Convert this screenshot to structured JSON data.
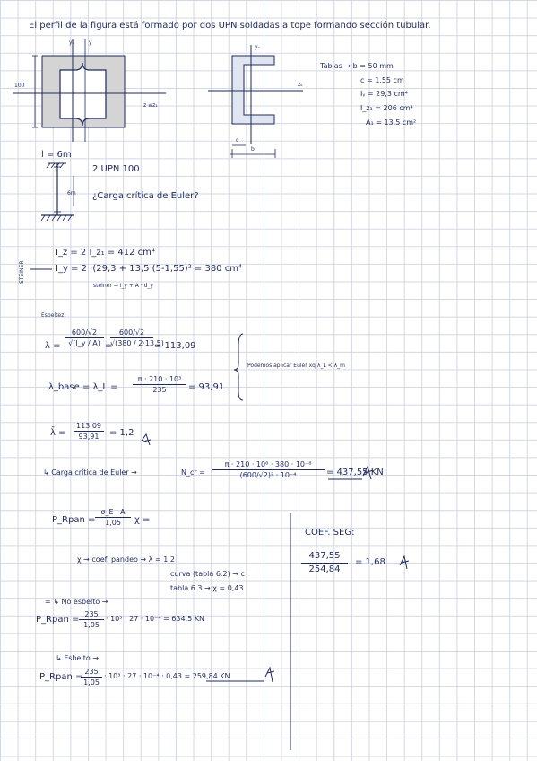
{
  "statement": "El perfil de la figura está formado por dos UPN soldadas a tope formando sección tubular.",
  "figure1": {
    "label_yo": "yₒ",
    "label_y": "y",
    "label_z": "z ≡z₁",
    "label_100": "100"
  },
  "figure2": {
    "label_yo": "yₒ",
    "label_z": "zₒ",
    "label_c": "c",
    "label_b": "b"
  },
  "tables": {
    "line1": "Tablas → b = 50 mm",
    "line2": "c = 1,55 cm",
    "line3": "Iᵧ = 29,3 cm⁴",
    "line4": "I_z₁ = 206 cm⁴",
    "line5": "A₁ = 13,5 cm²"
  },
  "column": {
    "length": "l = 6m",
    "small_label": "6m",
    "profile": "2 UPN 100",
    "question": "¿Carga crítica de Euler?"
  },
  "steiner": {
    "side_label": "STEINER",
    "iz_line": "I_z = 2 I_z₁ = 412 cm⁴",
    "iy_line": "I_y = 2 ·(29,3 + 13,5 (5-1,55)² = 380 cm⁴",
    "note": "steiner → I_y + A · d_y"
  },
  "esbeltez": {
    "heading": "Esbeltez:",
    "lambda_lhs": "λ =",
    "f1_num": "600/√2",
    "f1_den": "√(I_y / A)",
    "eq": "=",
    "f2_num": "600/√2",
    "f2_den": "√(380 / 2·13,5)",
    "result1": "= 113,09",
    "lambda_base": "λ_base = λ_L =",
    "root_num": "π · 210 · 10³",
    "root_den": "235",
    "result2": "= 93,91",
    "note": "Podemos aplicar Euler xq λ_L < λ_m",
    "lambda_bar": "λ̄ =",
    "bar_num": "113,09",
    "bar_den": "93,91",
    "bar_result": "= 1,2"
  },
  "critical": {
    "label": "↳ Carga crítica de Euler →",
    "ncr": "N_cr =",
    "num": "π · 210 · 10⁶ · 380 · 10⁻⁸",
    "den": "(600/√2)² · 10⁻⁴",
    "result": "= 437,55 KN"
  },
  "resistance": {
    "p_lhs": "P_Rpan =",
    "num": "σ_E · A",
    "den": "1,05",
    "chi": "χ =",
    "chi_line": "χ → coef. pandeo → λ̄ = 1,2",
    "curve_line": "curva (tabla 6.2) → c",
    "table_line": "tabla 6.3 → χ = 0,43",
    "no_esbelto": "= ↳ No esbelto →",
    "p1_lhs": "P_Rpan =",
    "p1_num": "235",
    "p1_den": "1,05",
    "p1_rest": "· 10³ · 27 · 10⁻⁴ = 634,5 KN",
    "esbelto": "↳ Esbelto →",
    "p2_lhs": "P_Rpan =",
    "p2_num": "235",
    "p2_den": "1,05",
    "p2_rest": "· 10³ · 27 · 10⁻⁴ · 0,43 = 259,84 KN"
  },
  "safety": {
    "title": "COEF. SEG:",
    "num": "437,55",
    "den": "254,84",
    "result": "= 1,68"
  },
  "colors": {
    "ink": "#1f2a5c",
    "section_fill": "#d4d4d4",
    "upn_fill": "#dfe6f2",
    "grid": "#d3d7e3"
  }
}
